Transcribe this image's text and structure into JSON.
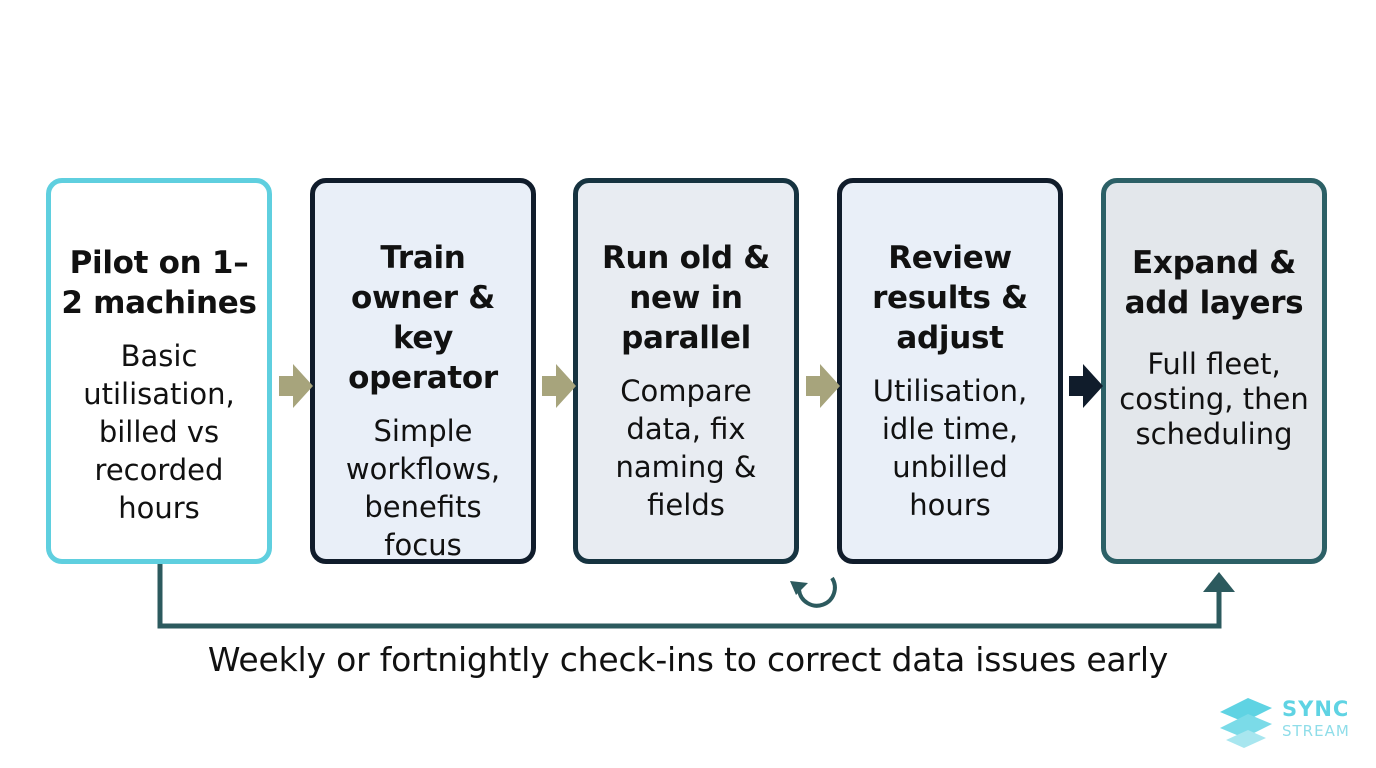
{
  "steps": [
    {
      "title": "Pilot on 1–2 machines",
      "desc": "Basic utilisation, billed vs recorded hours"
    },
    {
      "title": "Train owner & key operator",
      "desc": "Simple workflows, benefits focus"
    },
    {
      "title": "Run old & new in parallel",
      "desc": "Compare data, fix naming & fields"
    },
    {
      "title": "Review results & adjust",
      "desc": "Utilisation, idle time, unbilled hours"
    },
    {
      "title": "Expand & add layers",
      "desc": "Full fleet, costing, then scheduling"
    }
  ],
  "footnote": "Weekly or fortnightly check-ins to correct data issues early",
  "logo": {
    "line1": "SYNC",
    "line2": "STREAM"
  },
  "colors": {
    "step1_border": "#5fcfdf",
    "arrow_olive": "#a7a47c",
    "arrow_dark": "#101c2b",
    "feedback_line": "#2c5a5e",
    "logo": "#5fd3e3"
  }
}
